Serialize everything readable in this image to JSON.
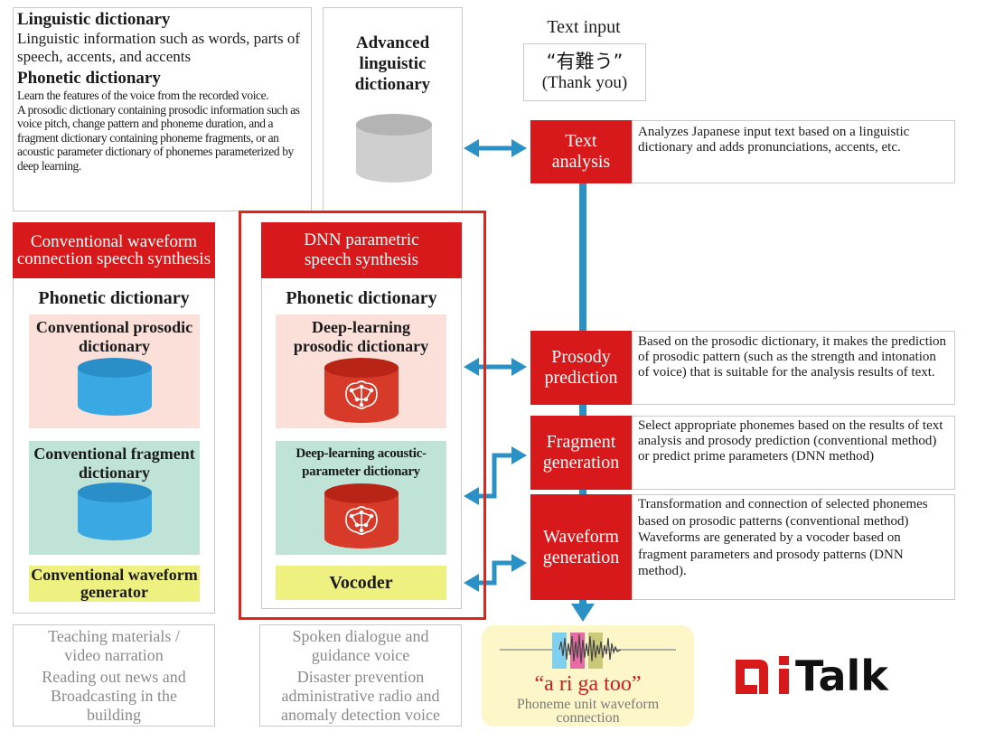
{
  "top_left": {
    "ling_title": "Linguistic dictionary",
    "ling_desc": "Linguistic information such as words, parts of speech,  accents, and accents",
    "phon_title": "Phonetic dictionary",
    "phon_desc1": "Learn the features of the voice from the recorded voice.",
    "phon_desc2": "A prosodic dictionary containing prosodic information such as voice pitch, change pattern and phoneme duration, and a fragment dictionary containing phoneme fragments, or an acoustic parameter dictionary of phonemes parameterized by deep learning."
  },
  "advanced": {
    "title": "Advanced linguistic dictionary"
  },
  "text_input": {
    "label": "Text input",
    "jp": "“有難う”",
    "en": "(Thank you)"
  },
  "pipeline": [
    {
      "label": "Text analysis",
      "desc": "Analyzes Japanese input text based on a linguistic  dictionary and adds pronunciations, accents, etc."
    },
    {
      "label": "Prosody prediction",
      "desc": "Based on the prosodic dictionary, it makes the prediction of prosodic pattern (such as the strength and intonation of voice) that is suitable for the analysis results of text."
    },
    {
      "label": "Fragment generation",
      "desc": "Select appropriate phonemes based on the results of text analysis  and prosody prediction (conventional method) or predict prime parameters (DNN method)"
    },
    {
      "label": "Waveform generation",
      "desc1": "Transformation and connection of selected phonemes based on prosodic patterns (conventional method)",
      "desc2": "Waveforms are generated by a vocoder based on fragment parameters and prosody patterns (DNN method)."
    }
  ],
  "conventional": {
    "header": "Conventional waveform connection speech synthesis",
    "phonetic": "Phonetic dictionary",
    "prosodic": "Conventional prosodic dictionary",
    "fragment": "Conventional fragment dictionary",
    "generator": "Conventional waveform generator",
    "uses1": "Teaching materials / video narration",
    "uses2": "Reading out news and Broadcasting in the building"
  },
  "dnn": {
    "header": "DNN parametric speech synthesis",
    "phonetic": "Phonetic dictionary",
    "prosodic": "Deep-learning prosodic dictionary",
    "acoustic": "Deep-learning acoustic-parameter dictionary",
    "vocoder": "Vocoder",
    "uses1": "Spoken dialogue and guidance voice",
    "uses2": "Disaster prevention administrative radio and anomaly detection voice"
  },
  "output": {
    "phrase": "“a ri ga too”",
    "caption": "Phoneme unit  waveform connection"
  },
  "logo": {
    "text": "Talk"
  },
  "colors": {
    "accent_red": "#d7191b",
    "arrow_blue": "#2b90c4",
    "cyl_blue": "#3aa9e3",
    "cyl_gray": "#cfcfcf"
  }
}
